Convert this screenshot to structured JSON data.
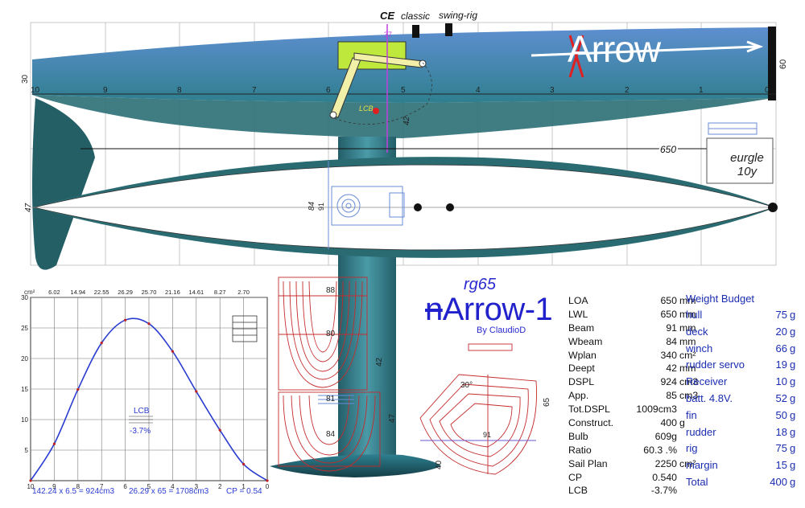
{
  "header": {
    "ce_label": "CE",
    "classic_label": "classic",
    "swing_label": "swing-rig"
  },
  "profile": {
    "station_labels": [
      "10",
      "9",
      "8",
      "7",
      "6",
      "5",
      "4",
      "3",
      "2",
      "1",
      "0"
    ],
    "freeboard_bow": "60",
    "freeboard_stern": "30",
    "lcb_label": "LCB",
    "draft_label": "42",
    "length_label": "650",
    "logo_text": "Arrow",
    "mast_height_label": "37"
  },
  "plan": {
    "beam_labels": [
      "84",
      "91"
    ],
    "stern_label": "47"
  },
  "servo_box": {
    "line1": "eurgle",
    "line2": "10y"
  },
  "title": {
    "class_name": "rg65",
    "model_prefix": "n",
    "model_name": "Arrow-1",
    "author": "By  ClaudioD"
  },
  "specs": [
    {
      "k": "LOA",
      "v": "650",
      "u": "mm"
    },
    {
      "k": "LWL",
      "v": "650",
      "u": "mm"
    },
    {
      "k": "Beam",
      "v": "91",
      "u": "mm"
    },
    {
      "k": "Wbeam",
      "v": "84",
      "u": "mm"
    },
    {
      "k": "Wplan",
      "v": "340",
      "u": "cm²"
    },
    {
      "k": "Deept",
      "v": "42",
      "u": "mm"
    },
    {
      "k": "DSPL",
      "v": "924",
      "u": "cm3"
    },
    {
      "k": "App.",
      "v": "85",
      "u": "cm3"
    },
    {
      "k": "Tot.DSPL",
      "v": "1009cm3",
      "u": ""
    },
    {
      "k": "Construct.",
      "v": "400",
      "u": "g"
    },
    {
      "k": "Bulb",
      "v": "609g",
      "u": ""
    },
    {
      "k": "Ratio",
      "v": "60.3 .%",
      "u": ""
    },
    {
      "k": "Sail Plan",
      "v": "2250",
      "u": "cm²"
    },
    {
      "k": "CP",
      "v": "0.540",
      "u": ""
    },
    {
      "k": "LCB",
      "v": "-3.7%",
      "u": ""
    }
  ],
  "weight_budget": {
    "title": "Weight Budget",
    "items": [
      {
        "k": "hull",
        "v": "75",
        "u": "g"
      },
      {
        "k": "deck",
        "v": "20",
        "u": "g"
      },
      {
        "k": "winch",
        "v": "66",
        "u": "g"
      },
      {
        "k": "rudder servo",
        "v": "19",
        "u": "g"
      },
      {
        "k": "Receiver",
        "v": "10",
        "u": "g"
      },
      {
        "k": "batt. 4.8V.",
        "v": "52",
        "u": "g"
      },
      {
        "k": "fin",
        "v": "50",
        "u": "g"
      },
      {
        "k": "rudder",
        "v": "18",
        "u": "g"
      },
      {
        "k": "rig",
        "v": "75",
        "u": "g"
      },
      {
        "k": "margin",
        "v": "15",
        "u": "g"
      },
      {
        "k": "Total",
        "v": "400",
        "u": "g"
      }
    ]
  },
  "sections": {
    "labels": [
      "88",
      "80",
      "81",
      "84",
      "42",
      "47",
      "40"
    ],
    "body_labels": [
      "30°",
      "65",
      "91"
    ]
  },
  "chart_data": {
    "type": "line",
    "title": "",
    "ylabel": "cm²",
    "xlabel": "",
    "x": [
      10,
      9,
      8,
      7,
      6,
      5,
      4,
      3,
      2,
      1,
      0
    ],
    "x_tick_labels": [
      "10",
      "9",
      "8",
      "7",
      "6",
      "5",
      "4",
      "3",
      "2",
      "1",
      "0"
    ],
    "top_labels": [
      "6.02",
      "14.94",
      "22.55",
      "26.29",
      "25.70",
      "21.16",
      "14.61",
      "8.27",
      "2.70"
    ],
    "ylim": [
      0,
      30
    ],
    "y_ticks": [
      5,
      10,
      15,
      20,
      25,
      30
    ],
    "series": [
      {
        "values": [
          0,
          6.02,
          14.94,
          22.55,
          26.29,
          25.7,
          21.16,
          14.61,
          8.27,
          2.7,
          0
        ]
      }
    ],
    "annotation_label": "LCB",
    "annotation_value": "-3.7%",
    "footer": [
      "142.24 x 6.5 = 924cm3",
      "26.29 x 65 = 1708cm3",
      "CP = 0.54"
    ],
    "grid": true
  }
}
